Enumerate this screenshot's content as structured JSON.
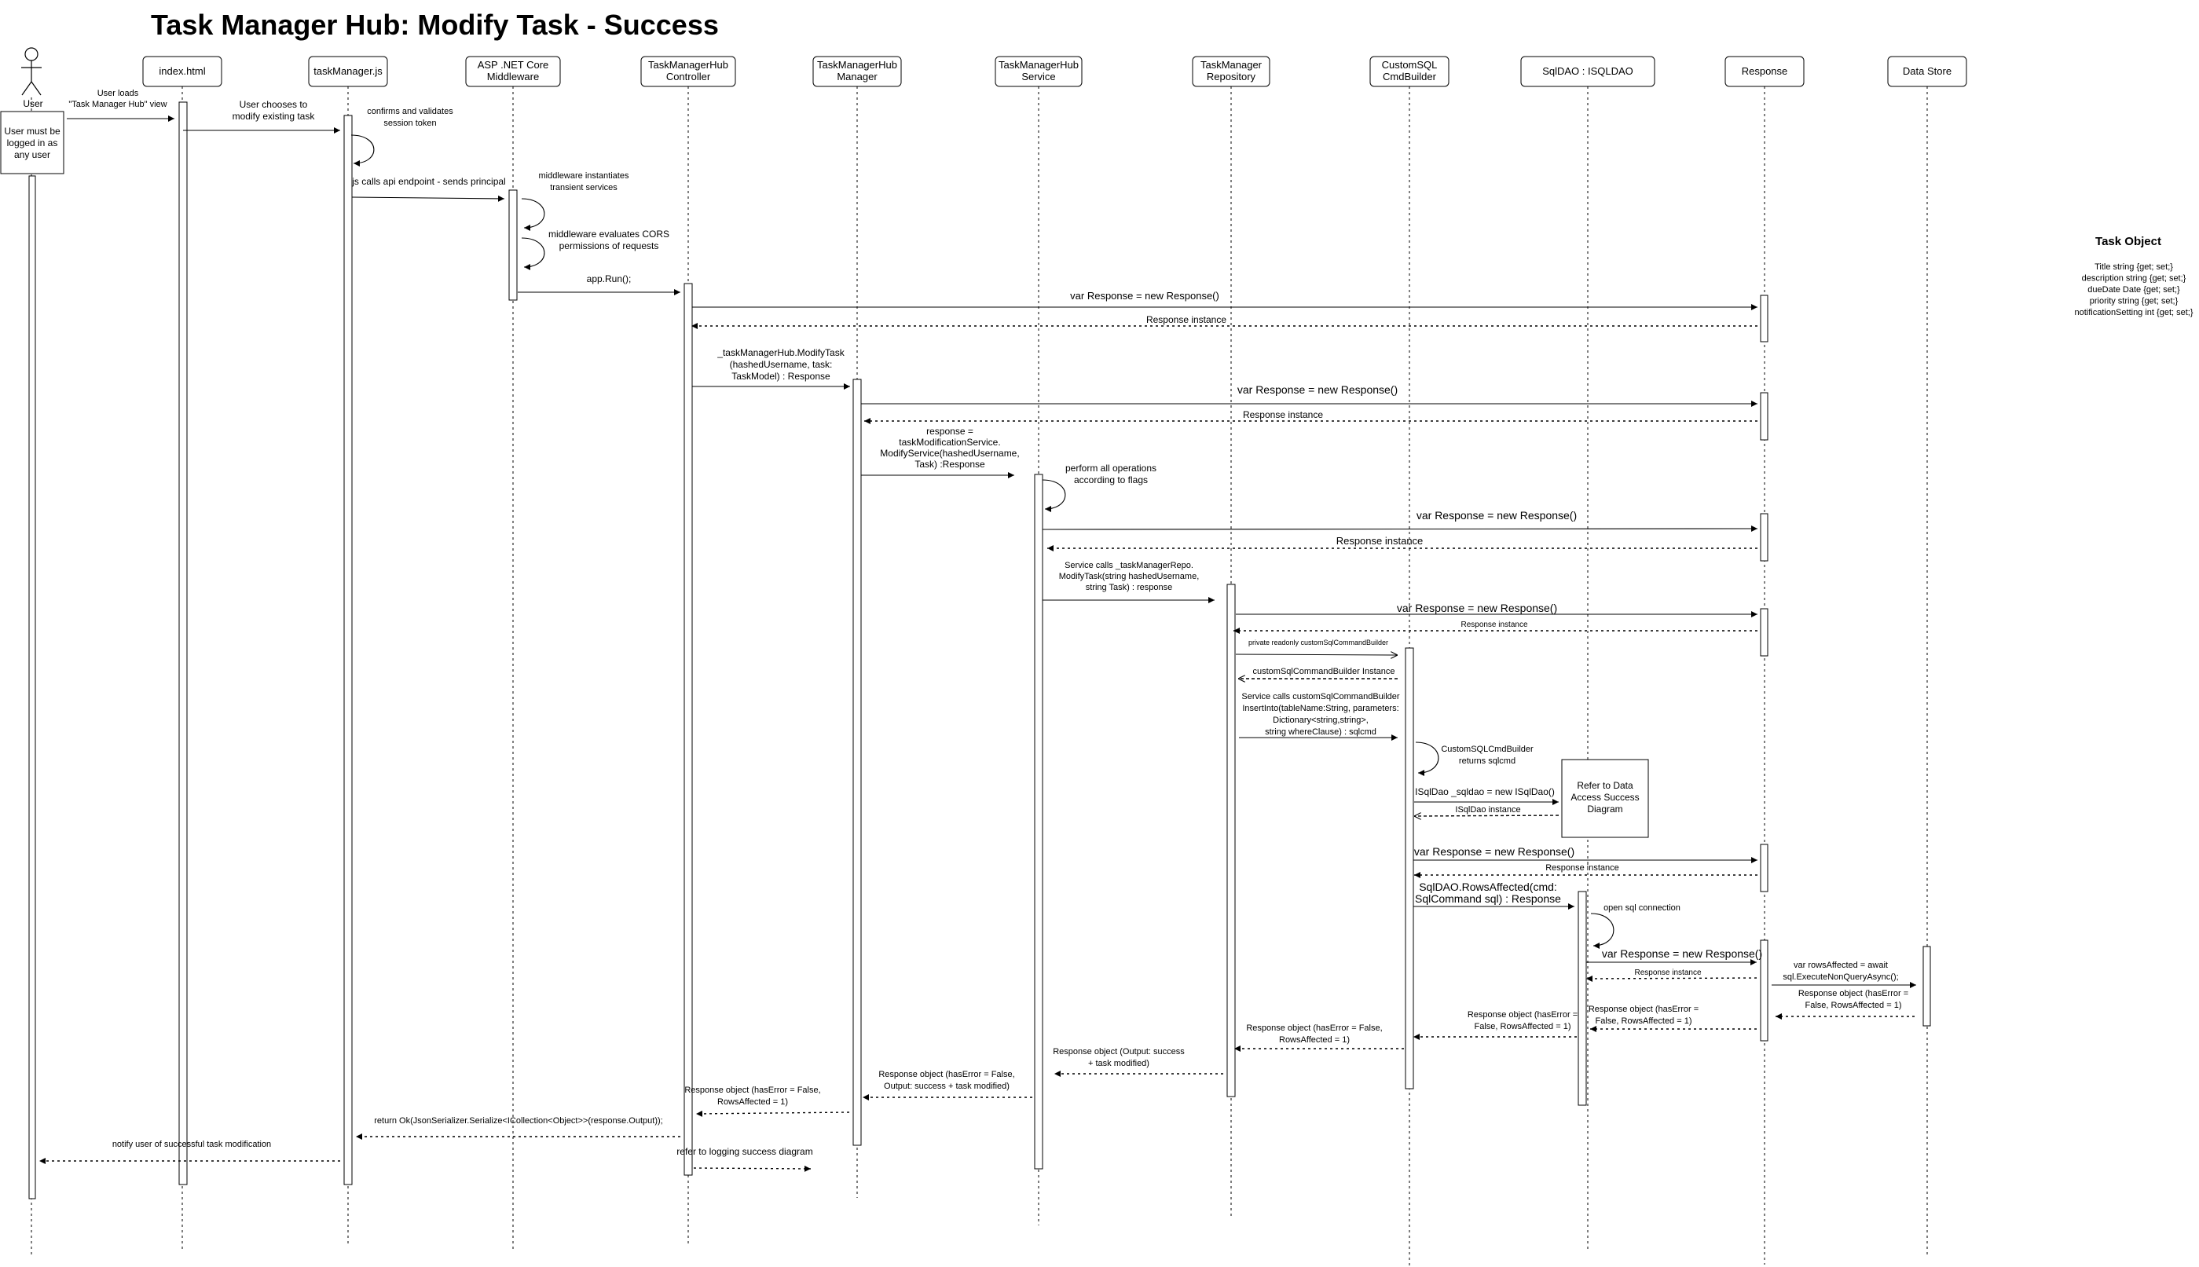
{
  "title": "Task Manager Hub: Modify Task -  Success",
  "actor": {
    "name": "User",
    "note": [
      "User must be",
      "logged in as",
      "any user"
    ]
  },
  "participants": [
    {
      "id": "index",
      "lines": [
        "index.html"
      ]
    },
    {
      "id": "tmjs",
      "lines": [
        "taskManager.js"
      ]
    },
    {
      "id": "mw",
      "lines": [
        "ASP .NET Core",
        "Middleware"
      ]
    },
    {
      "id": "ctrl",
      "lines": [
        "TaskManagerHub",
        "Controller"
      ]
    },
    {
      "id": "mgr",
      "lines": [
        "TaskManagerHub",
        "Manager"
      ]
    },
    {
      "id": "svc",
      "lines": [
        "TaskManagerHub",
        "Service"
      ]
    },
    {
      "id": "repo",
      "lines": [
        "TaskManager",
        "Repository"
      ]
    },
    {
      "id": "csql",
      "lines": [
        "CustomSQL",
        "CmdBuilder"
      ]
    },
    {
      "id": "dao",
      "lines": [
        "SqlDAO : ISQLDAO"
      ]
    },
    {
      "id": "resp",
      "lines": [
        "Response"
      ]
    },
    {
      "id": "store",
      "lines": [
        "Data Store"
      ]
    }
  ],
  "messages": [
    {
      "text": [
        "User loads",
        "\"Task Manager Hub\" view"
      ]
    },
    {
      "text": [
        "User chooses to",
        "modify existing task"
      ]
    },
    {
      "text": [
        "confirms and validates",
        "session token"
      ]
    },
    {
      "text": [
        "js calls api endpoint - sends principal"
      ]
    },
    {
      "text": [
        "middleware instantiates",
        "transient services"
      ]
    },
    {
      "text": [
        "middleware evaluates CORS",
        "permissions of requests"
      ]
    },
    {
      "text": [
        "app.Run();"
      ]
    },
    {
      "text": [
        "var Response = new Response()"
      ]
    },
    {
      "text": [
        "Response instance"
      ]
    },
    {
      "text": [
        "_taskManagerHub.ModifyTask",
        "(hashedUsername, task:",
        "TaskModel) : Response"
      ]
    },
    {
      "text": [
        "var Response = new Response()"
      ]
    },
    {
      "text": [
        "Response instance"
      ]
    },
    {
      "text": [
        "response =",
        "taskModificationService.",
        "ModifyService(hashedUsername,",
        "Task) :Response"
      ]
    },
    {
      "text": [
        "perform all operations",
        "according to flags"
      ]
    },
    {
      "text": [
        "var Response = new Response()"
      ]
    },
    {
      "text": [
        "Response instance"
      ]
    },
    {
      "text": [
        "Service calls _taskManagerRepo.",
        "ModifyTask(string hashedUsername,",
        "string Task) : response"
      ]
    },
    {
      "text": [
        "var Response = new Response()"
      ]
    },
    {
      "text": [
        "Response instance"
      ]
    },
    {
      "text": [
        "private readonly customSqlCommandBuilder"
      ]
    },
    {
      "text": [
        "customSqlCommandBuilder Instance"
      ]
    },
    {
      "text": [
        "Service calls customSqlCommandBuilder",
        "InsertInto(tableName:String, parameters:",
        "Dictionary<string,string>,",
        "string whereClause) : sqlcmd"
      ]
    },
    {
      "text": [
        "CustomSQLCmdBuilder",
        "returns sqlcmd"
      ]
    },
    {
      "text": [
        "ISqlDao  _sqldao = new ISqlDao()"
      ]
    },
    {
      "text": [
        "ISqlDao instance"
      ]
    },
    {
      "text": [
        "var Response = new Response()"
      ]
    },
    {
      "text": [
        "Response instance"
      ]
    },
    {
      "text": [
        "SqlDAO.RowsAffected(cmd:",
        "SqlCommand sql) : Response"
      ]
    },
    {
      "text": [
        "open sql connection"
      ]
    },
    {
      "text": [
        "var Response = new Response()"
      ]
    },
    {
      "text": [
        "Response instance"
      ]
    },
    {
      "text": [
        "var rowsAffected = await",
        "sql.ExecuteNonQueryAsync();"
      ]
    },
    {
      "text": [
        "Response object (hasError =",
        "False, RowsAffected = 1)"
      ]
    },
    {
      "text": [
        "Response object (hasError =",
        "False, RowsAffected = 1)"
      ]
    },
    {
      "text": [
        "Response object (hasError =",
        "False, RowsAffected = 1)"
      ]
    },
    {
      "text": [
        "Response object (hasError = False,",
        "RowsAffected = 1)"
      ]
    },
    {
      "text": [
        "Response object (Output: success",
        "+ task modified)"
      ]
    },
    {
      "text": [
        "Response object (hasError = False,",
        "Output: success + task modified)"
      ]
    },
    {
      "text": [
        "Response object (hasError = False,",
        "RowsAffected = 1)"
      ]
    },
    {
      "text": [
        "return Ok(JsonSerializer.Serialize<ICollection<Object>>(response.Output));"
      ]
    },
    {
      "text": [
        "refer to logging success diagram"
      ]
    },
    {
      "text": [
        "notify user of successful task modification"
      ]
    }
  ],
  "ref_box": [
    "Refer to Data",
    "Access Success",
    "Diagram"
  ],
  "task_object": {
    "title": "Task Object",
    "lines": [
      "Title string {get; set;}",
      "description string {get; set;}",
      "dueDate Date  {get; set;}",
      "priority string {get; set;}",
      "notificationSetting int {get; set;}"
    ]
  }
}
